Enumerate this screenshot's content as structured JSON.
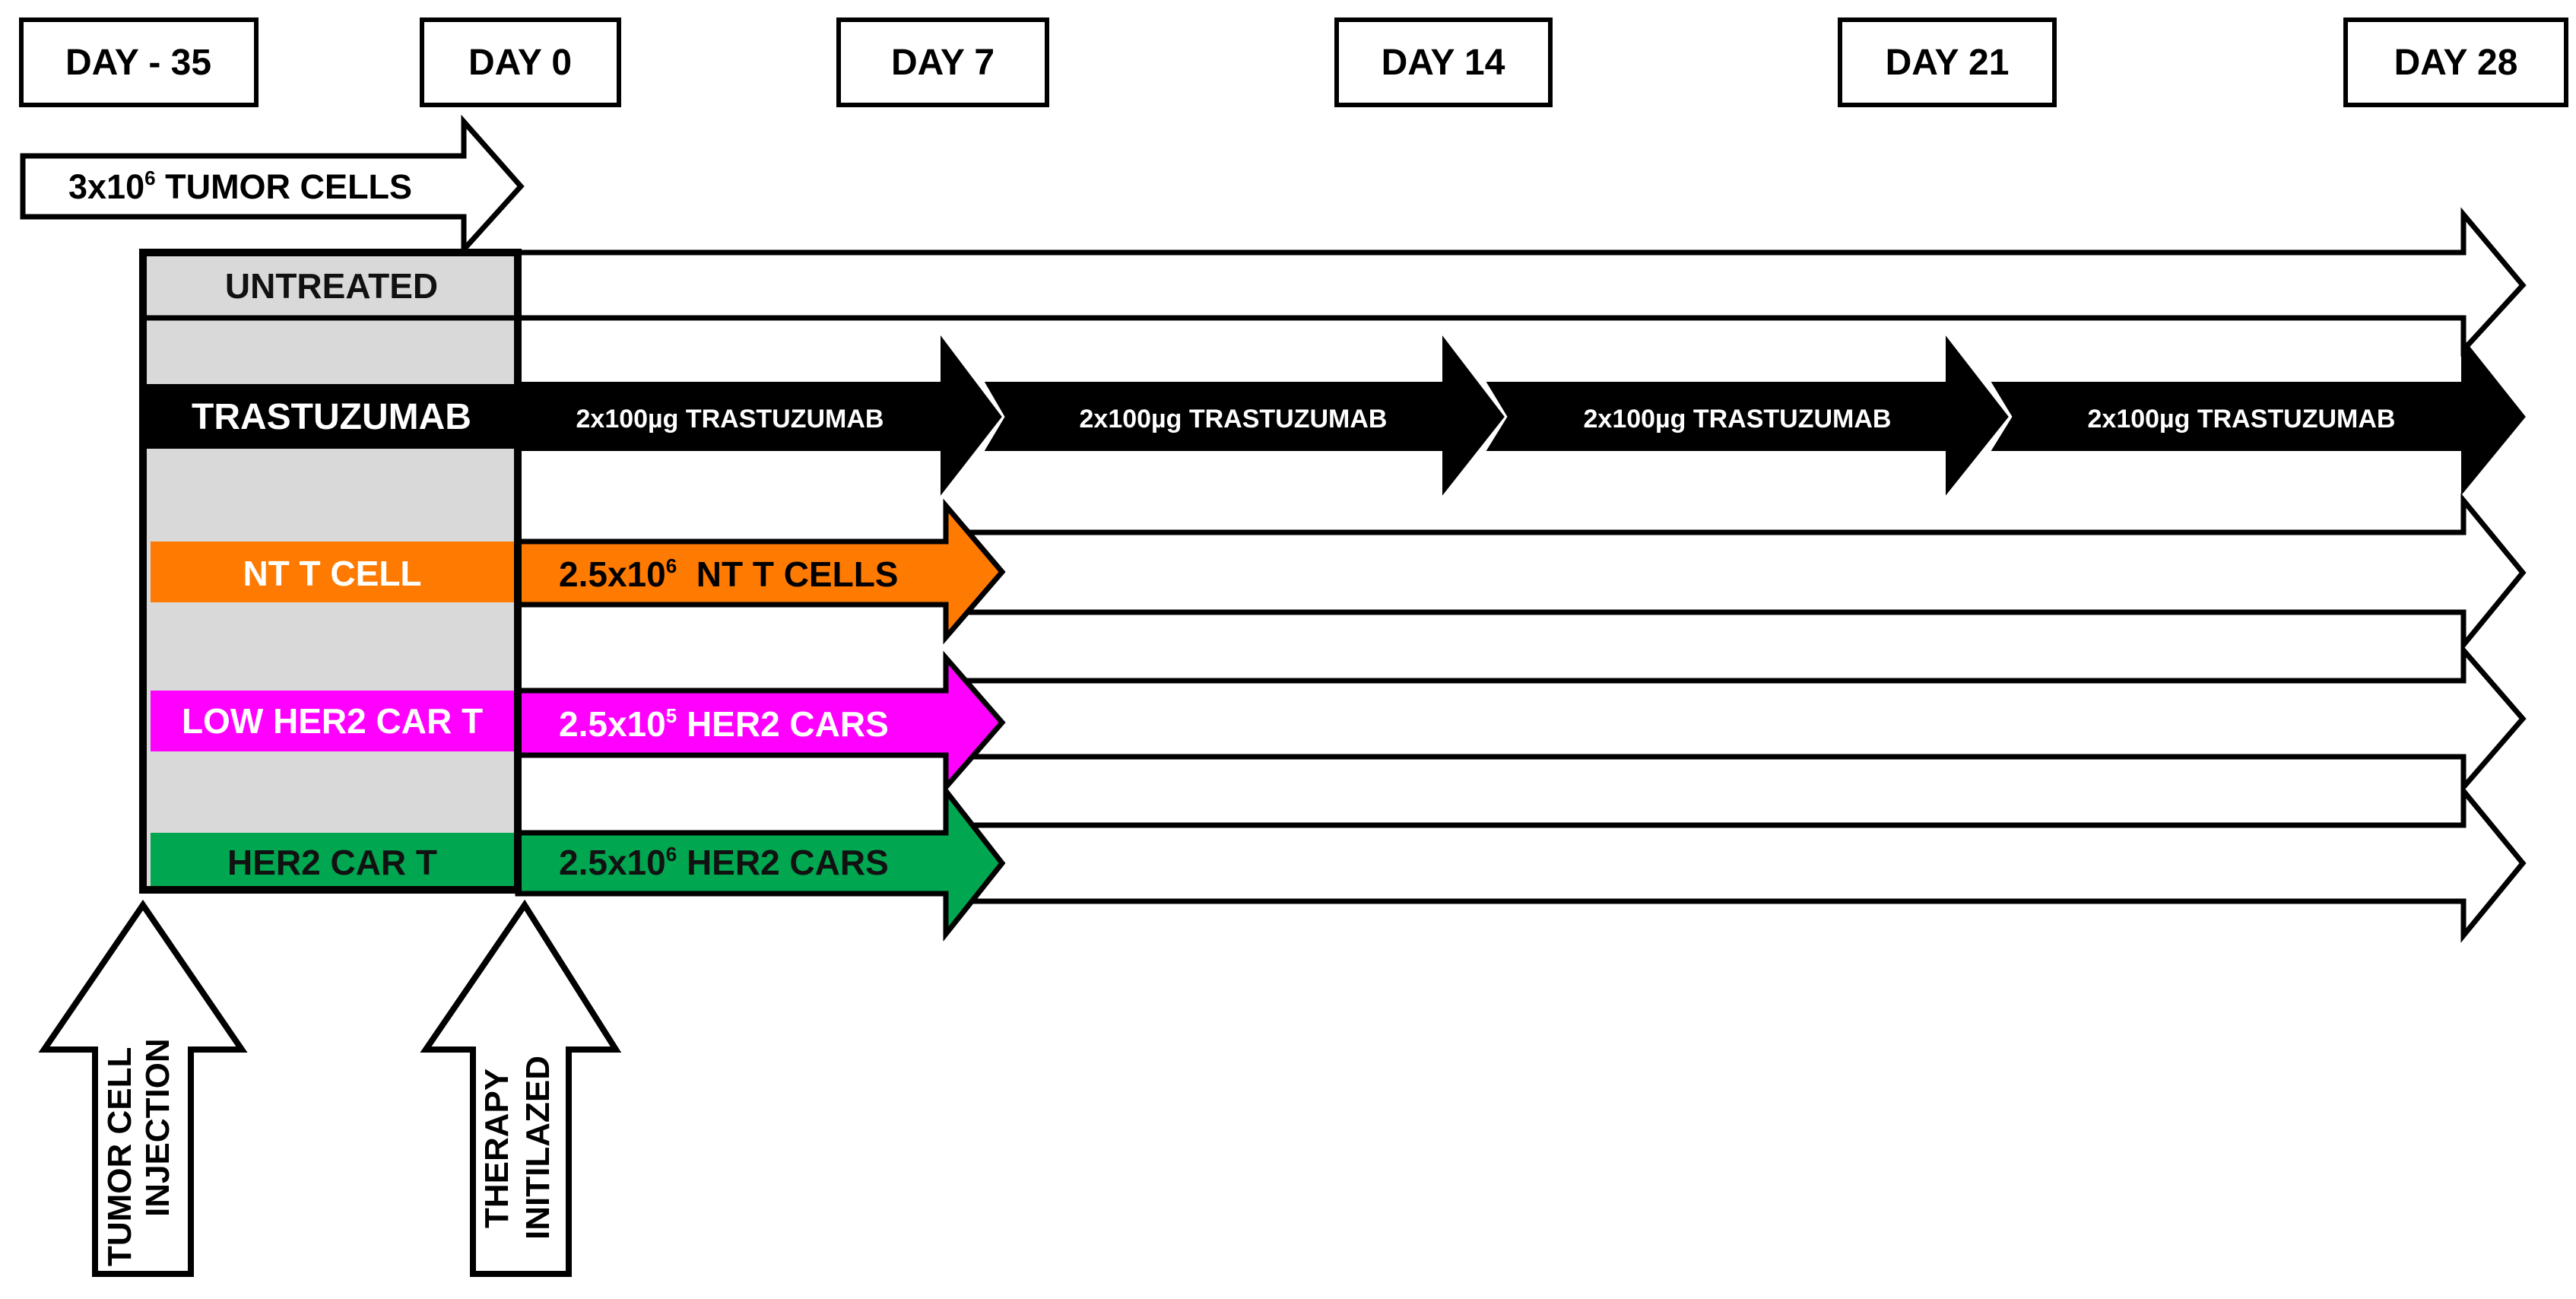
{
  "timeline": {
    "days": [
      "DAY - 35",
      "DAY 0",
      "DAY 7",
      "DAY 14",
      "DAY 21",
      "DAY 28"
    ]
  },
  "injection": {
    "label_main": "3x10",
    "label_sup": "6",
    "label_rest": " TUMOR CELLS"
  },
  "groups": {
    "untreated": {
      "label": "UNTREATED"
    },
    "trastuzumab": {
      "label": "TRASTUZUMAB",
      "doses": [
        "2x100µg TRASTUZUMAB",
        "2x100µg TRASTUZUMAB",
        "2x100µg TRASTUZUMAB",
        "2x100µg TRASTUZUMAB"
      ]
    },
    "nt_t_cell": {
      "label": "NT T CELL",
      "dose_main": "2.5x10",
      "dose_sup": "6",
      "dose_rest": "  NT T CELLS"
    },
    "low_her2_car_t": {
      "label": "LOW HER2 CAR T",
      "dose_main": "2.5x10",
      "dose_sup": "5",
      "dose_rest": " HER2 CARS"
    },
    "her2_car_t": {
      "label": "HER2 CAR T",
      "dose_main": "2.5x10",
      "dose_sup": "6",
      "dose_rest": " HER2 CARS"
    }
  },
  "markers": {
    "tumor_injection": [
      "TUMOR CELL",
      "INJECTION"
    ],
    "therapy_start": [
      "THERAPY",
      "INITILAZED"
    ]
  },
  "colors": {
    "outline": "#000000",
    "label_bg": "#d9d9d9",
    "trastuzumab": "#000000",
    "nt_t_cell": "#ff7a00",
    "low_her2_car_t": "#ff00ff",
    "her2_car_t": "#00a650"
  }
}
